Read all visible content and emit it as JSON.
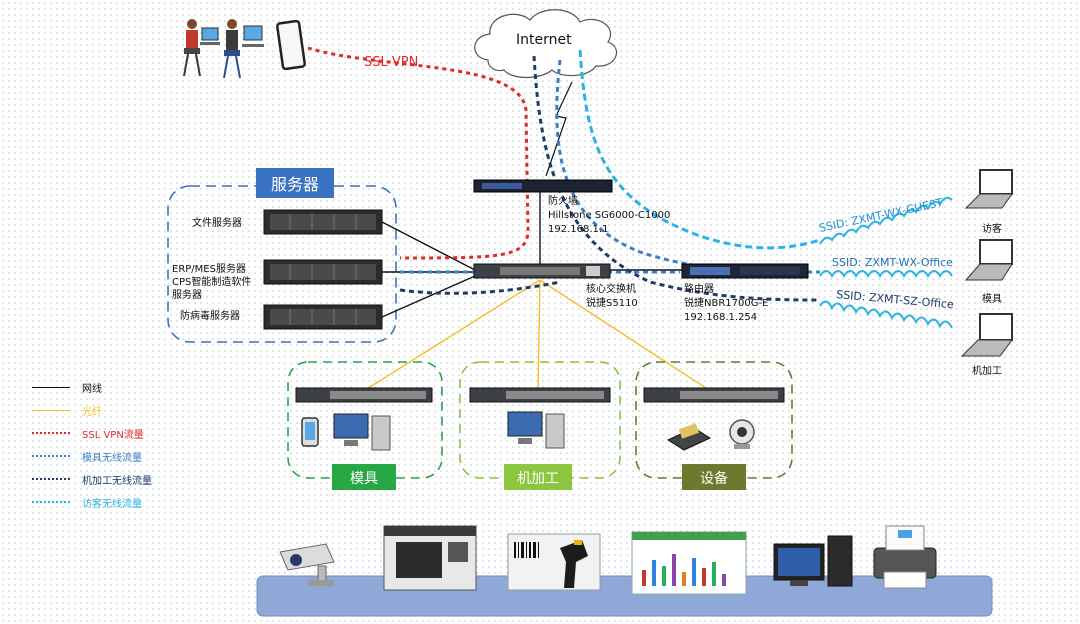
{
  "colors": {
    "black_line": "#111111",
    "fiber": "#f5be2a",
    "ssl_vpn": "#e02a2a",
    "mold_wireless": "#3a7ec6",
    "machining_wireless": "#1f3a6b",
    "guest_wireless": "#2bb3e3",
    "server_box": "#3a72c2",
    "mold_box": "#28a745",
    "machining_box": "#8cc63f",
    "equipment_box": "#6b7a2e",
    "bottom_bar": "#8fa8d8"
  },
  "internet": {
    "label": "Internet"
  },
  "ssl_vpn_label": "SSL VPN",
  "firewall": {
    "line1": "防火墙",
    "line2": "Hillstone SG6000-C1000",
    "line3": "192.168.1.1"
  },
  "core_switch": {
    "line1": "核心交换机",
    "line2": "锐捷S5110"
  },
  "router": {
    "line1": "路由器",
    "line2": "锐捷NBR1700G-E",
    "line3": "192.168.1.254"
  },
  "servers": {
    "title": "服务器",
    "file": "文件服务器",
    "erp_line1": "ERP/MES服务器",
    "erp_line2": "CPS智能制造软件",
    "erp_line3": "服务器",
    "antivirus": "防病毒服务器"
  },
  "ssids": {
    "guest": "SSID: ZXMT-WX-GUEST",
    "office": "SSID: ZXMT-WX-Office",
    "sz_office": "SSID: ZXMT-SZ-Office"
  },
  "clients": {
    "guest": "访客",
    "mold": "模具",
    "machining": "机加工"
  },
  "areas": {
    "mold": "模具",
    "machining": "机加工",
    "equipment": "设备"
  },
  "legend": [
    {
      "label": "网线",
      "color": "#111111",
      "style": "solid"
    },
    {
      "label": "光纤",
      "color": "#f5be2a",
      "style": "solid"
    },
    {
      "label": "SSL VPN流量",
      "color": "#e02a2a",
      "style": "dotted"
    },
    {
      "label": "模具无线流量",
      "color": "#3a7ec6",
      "style": "dotted"
    },
    {
      "label": "机加工无线流量",
      "color": "#1f3a6b",
      "style": "dotted"
    },
    {
      "label": "访客无线流量",
      "color": "#2bb3e3",
      "style": "dotted"
    }
  ]
}
